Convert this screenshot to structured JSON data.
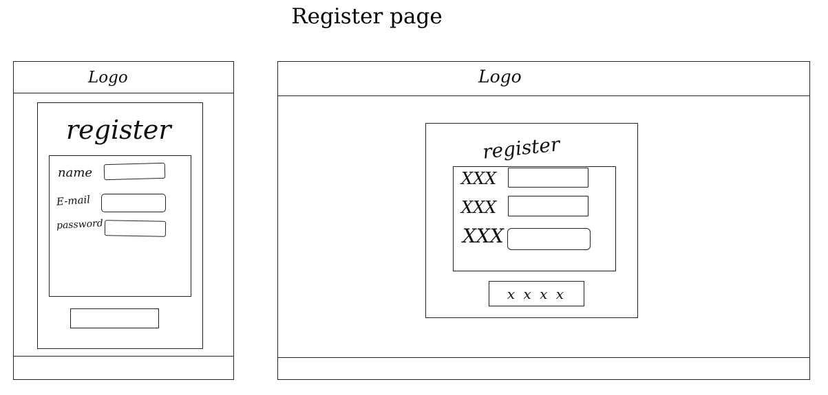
{
  "page_title": "Register page",
  "mobile": {
    "logo": "Logo",
    "heading": "register",
    "fields": [
      {
        "label": "name"
      },
      {
        "label": "E-mail"
      },
      {
        "label": "password"
      }
    ],
    "button_label": ""
  },
  "desktop": {
    "logo": "Logo",
    "heading": "register",
    "fields": [
      {
        "label": "XXX"
      },
      {
        "label": "XXX"
      },
      {
        "label": "XXX"
      }
    ],
    "button_label": "x x x x"
  }
}
